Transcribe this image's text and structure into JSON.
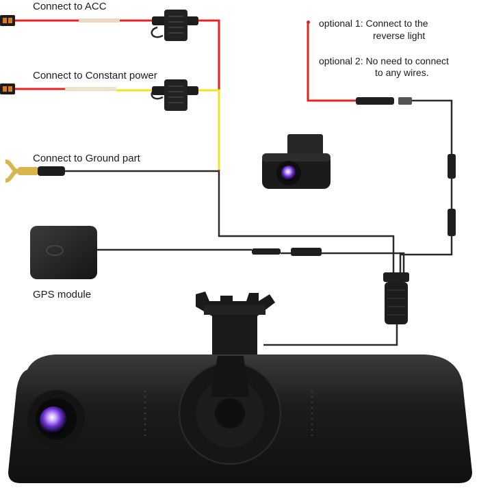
{
  "labels": {
    "acc": "Connect to ACC",
    "constant_power": "Connect to Constant power",
    "ground": "Connect to Ground part",
    "gps": "GPS module",
    "optional1_line1": "optional 1: Connect to the",
    "optional1_line2": "reverse light",
    "optional2_line1": "optional 2: No need to connect",
    "optional2_line2": "to any wires."
  },
  "colors": {
    "red_wire": "#e8231f",
    "yellow_wire": "#f2e21f",
    "black_wire": "#2a2a2a",
    "device_body": "#1f1f1f",
    "lens_accent": "#7a3fd8"
  },
  "components": [
    "fuse-tap-acc",
    "fuse-tap-constant",
    "ground-ring-terminal",
    "gps-module",
    "rear-camera",
    "mirror-dashcam",
    "mount-bracket",
    "wire-junction"
  ]
}
